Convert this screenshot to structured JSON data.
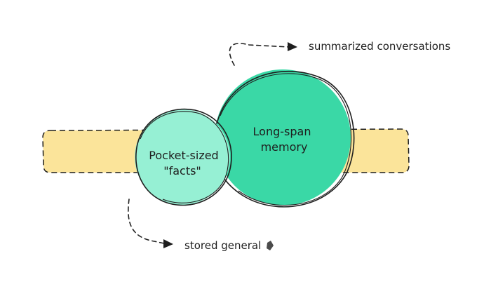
{
  "colors": {
    "background": "#ffffff",
    "band_fill": "#fbe49a",
    "pocket_circle_fill": "#96f0d4",
    "longspan_circle_fill": "#3ad8a6",
    "stroke": "#1e1e1e"
  },
  "circles": {
    "pocket": {
      "line1": "Pocket-sized",
      "line2": "\"facts\""
    },
    "longspan": {
      "line1": "Long-span",
      "line2": "memory"
    }
  },
  "annotations": {
    "top": "summarized conversations",
    "bottom": "stored general"
  }
}
